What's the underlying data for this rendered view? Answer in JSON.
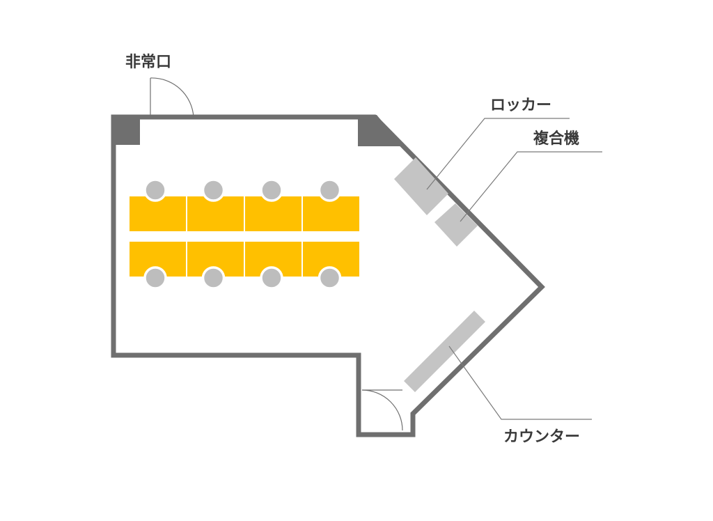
{
  "labels": {
    "emergency_exit": "非常口",
    "locker": "ロッカー",
    "multifunction_printer": "複合機",
    "counter": "カウンター"
  },
  "colors": {
    "wall": "#6f6f6f",
    "desk": "#ffc000",
    "chair": "#bdbdbd",
    "fixture": "#c4c4c4",
    "label_text": "#3a3a3a"
  },
  "furniture": {
    "desk_rows": 2,
    "desks_per_row": 4,
    "chairs_per_row": 4
  }
}
